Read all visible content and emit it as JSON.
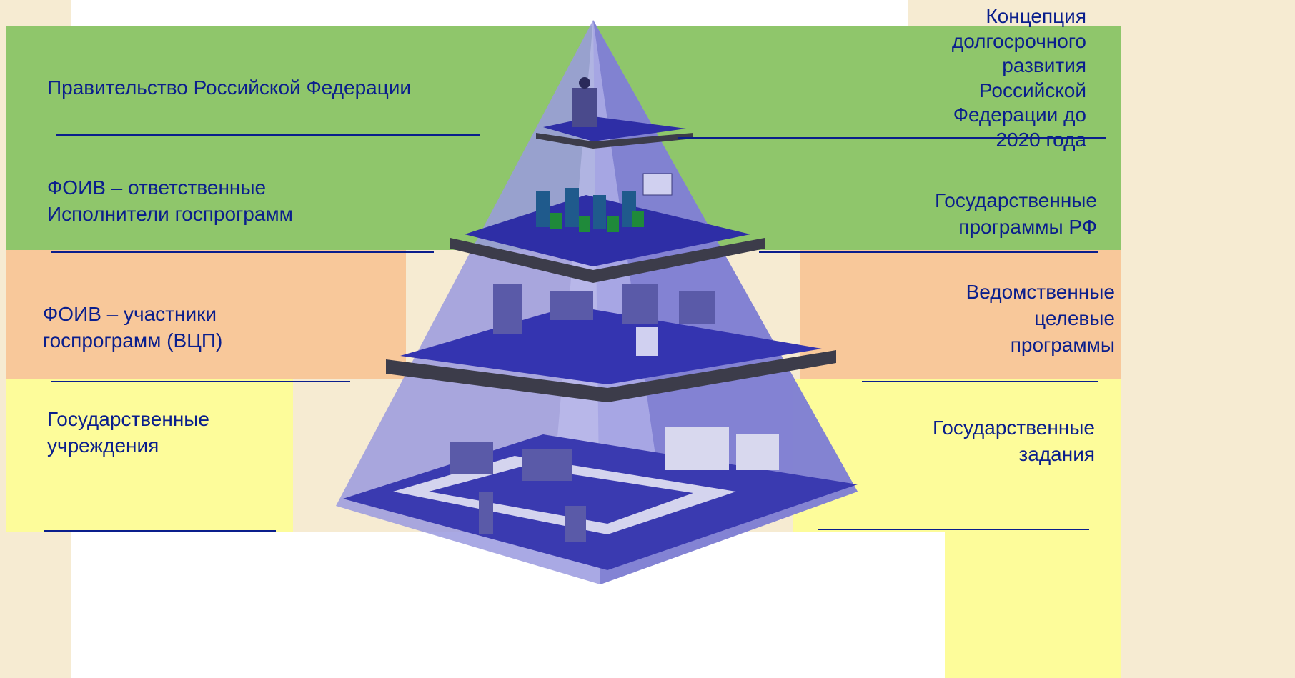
{
  "palette": {
    "background": "#f6ebd2",
    "tier_green": "#8fc66b",
    "tier_orange": "#f8c89a",
    "tier_yellow": "#fdfc9a",
    "bottom_white": "#ffffff",
    "text": "#0a1e8c",
    "pyramid_face": "#7a7ad6",
    "pyramid_floor": "#3a3ab0",
    "pyramid_slab": "#3c3c4a"
  },
  "left_labels": {
    "government": "Правительство Российской Федерации",
    "foiv_responsible": "ФОИВ – ответственные\nИсполнители госпрограмм",
    "foiv_participants": "ФОИВ – участники\nгоспрограмм (ВЦП)",
    "state_institutions": "Государственные\nучреждения"
  },
  "right_labels": {
    "concept": "Концепция\nдолгосрочного\nразвития\nРоссийской\nФедерации до\n2020 года",
    "state_programs": "Государственные\nпрограммы РФ",
    "departmental_programs": "Ведомственные\nцелевые\nпрограммы",
    "state_assignments": "Государственные\nзадания"
  },
  "pyramid": {
    "levels": 4,
    "icon": "pyramid-office-illustration"
  }
}
